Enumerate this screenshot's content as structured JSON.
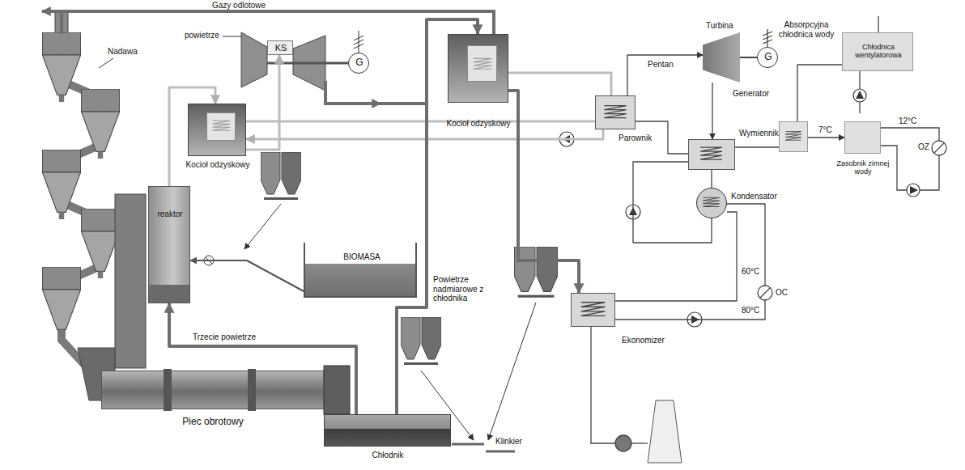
{
  "diagram": {
    "nodes": [
      {
        "text": [
          "reaktor"
        ]
      },
      {
        "text": [
          "Kocioł odzyskowy"
        ]
      },
      {
        "text": [
          "Kocioł odzyskowy"
        ]
      },
      {
        "text": [
          "KS"
        ]
      },
      {
        "text": [
          "G"
        ]
      },
      {
        "text": [
          "BIOMASA"
        ]
      },
      {
        "text": [
          "Piec obrotowy"
        ]
      },
      {
        "text": [
          "Chłodnik"
        ]
      },
      {
        "text": [
          "Parownik"
        ]
      },
      {
        "text": [
          "Wymiennik"
        ]
      },
      {
        "text": [
          "Kondensator"
        ]
      },
      {
        "text": [
          "Turbina"
        ]
      },
      {
        "text": [
          "G"
        ]
      },
      {
        "text": [
          "Ekonomizer"
        ]
      },
      {
        "text": [
          "Absorpcyjna chłodnica wody"
        ]
      },
      {
        "text": [
          "Chłodnica wentylatorowa"
        ]
      },
      {
        "text": [
          "Zasobnik zimnej wody"
        ]
      }
    ],
    "edges": [
      {
        "from": 0,
        "to": 1,
        "arrow": "to"
      },
      {
        "from": 1,
        "to": 8,
        "arrow": "none"
      },
      {
        "from": 8,
        "to": 1,
        "arrow": "to"
      },
      {
        "from": 2,
        "to": 8,
        "arrow": "none"
      },
      {
        "from": 2,
        "to": 13,
        "arrow": "to"
      },
      {
        "from": 7,
        "to": 2,
        "arrow": "to"
      },
      {
        "from": 7,
        "to": 0,
        "label": "Trzecie powietrze",
        "arrow": "to"
      },
      {
        "from": 5,
        "to": 0,
        "arrow": "to"
      },
      {
        "from": 8,
        "to": 11,
        "arrow": "to"
      },
      {
        "from": 11,
        "to": 9,
        "arrow": "to"
      },
      {
        "from": 8,
        "to": 9,
        "arrow": "none"
      },
      {
        "from": 9,
        "to": 10,
        "arrow": "none"
      },
      {
        "from": 10,
        "to": 13,
        "arrow": "none"
      },
      {
        "from": 9,
        "to": 14,
        "arrow": "none"
      },
      {
        "from": 15,
        "to": 14,
        "arrow": "none"
      },
      {
        "from": 14,
        "to": 16,
        "label": "7°C",
        "arrow": "to"
      },
      {
        "from": 1,
        "to": 3,
        "arrow": "to"
      }
    ],
    "labels": [
      "Gazy odlotowe",
      "Nadawa",
      "powietrze",
      "Powietrze nadmiarowe z chłodnika",
      "Klinkier",
      "Pentan",
      "Generator",
      "60°C",
      "OC",
      "80°C",
      "12°C",
      "OZ"
    ]
  }
}
